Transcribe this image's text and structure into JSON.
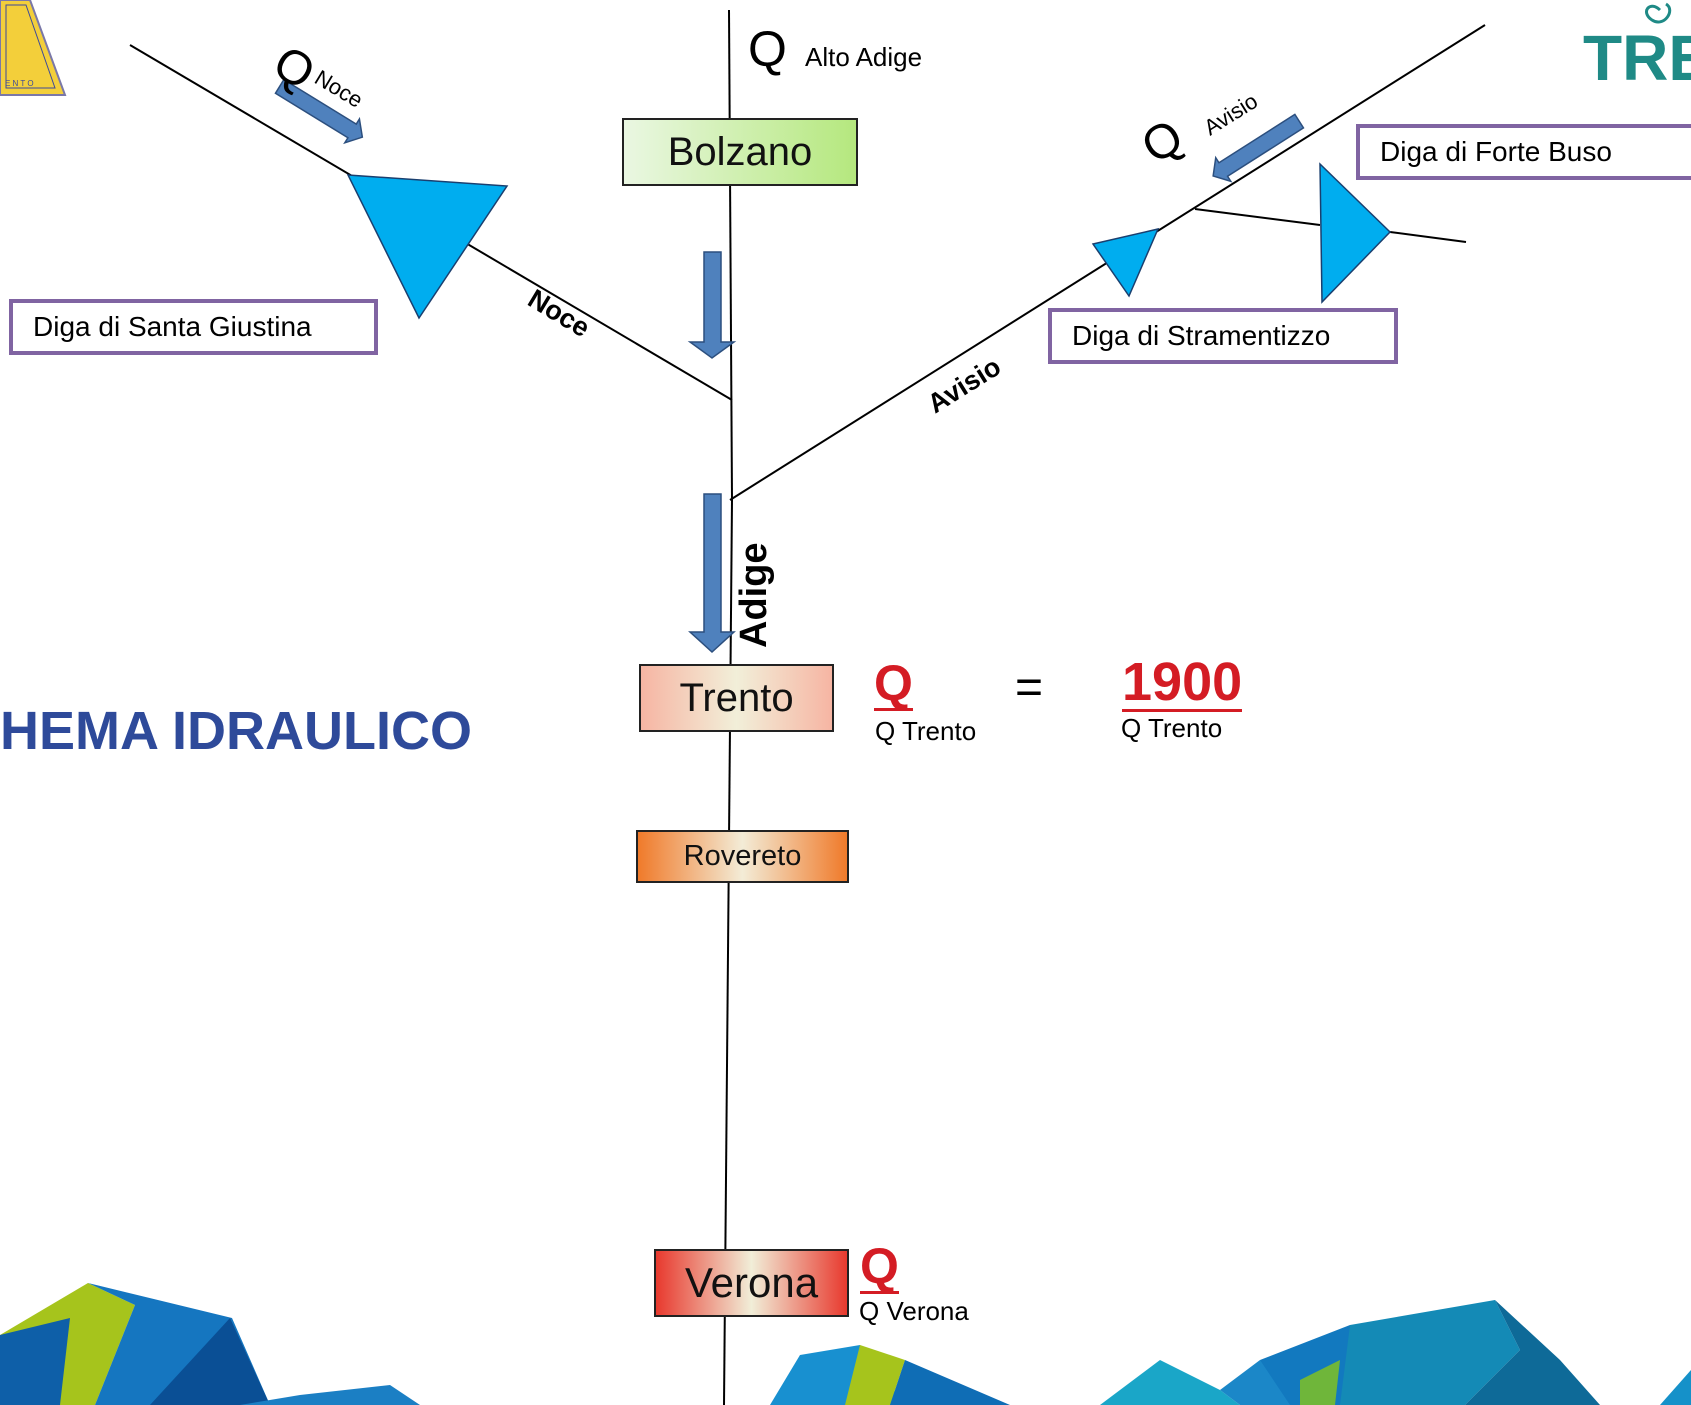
{
  "title": "HEMA IDRAULICO",
  "cities": {
    "bolzano": "Bolzano",
    "trento": "Trento",
    "rovereto": "Rovereto",
    "verona": "Verona"
  },
  "dams": {
    "santa_giustina": "Diga di Santa Giustina",
    "stramentizzo": "Diga di Stramentizzo",
    "forte_buso": "Diga di Forte Buso"
  },
  "rivers": {
    "noce": "Noce",
    "avisio": "Avisio",
    "adige": "Adige"
  },
  "flows": {
    "q_symbol": "Q",
    "alto_adige_sub": "Alto Adige",
    "noce_sub": "Noce",
    "avisio_sub": "Avisio"
  },
  "formula": {
    "q": "Q",
    "q_sub": "Q Trento",
    "equals": "=",
    "value": "1900",
    "value_sub": "Q Trento"
  },
  "verona_flow": {
    "q": "Q",
    "sub": "Q Verona"
  },
  "logo": {
    "brand_fragment": "TREN",
    "seal_text": "E N T O"
  },
  "colors": {
    "dam_triangle": "#00adef",
    "arrow": "#4f81bd",
    "dam_border": "#8064a2",
    "title": "#2e4a9a",
    "formula_red": "#d41c24"
  }
}
